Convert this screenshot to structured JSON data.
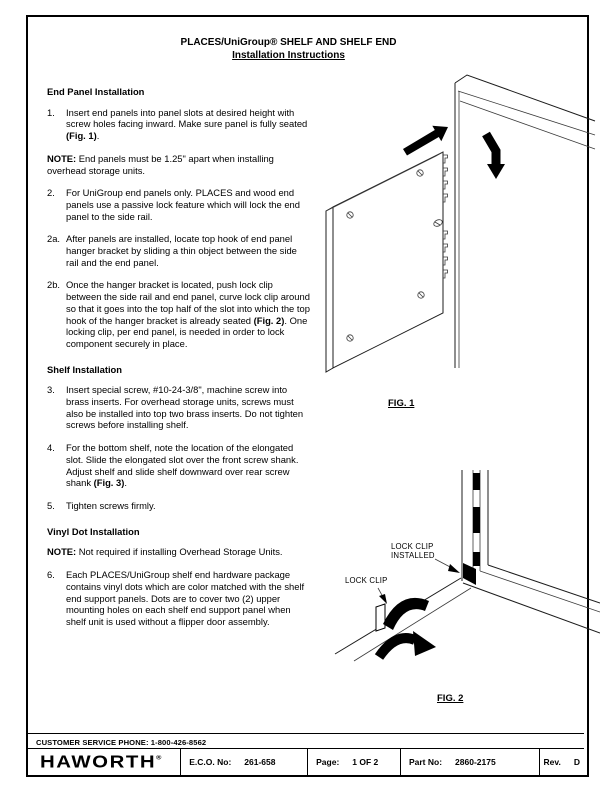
{
  "colors": {
    "ink": "#000000",
    "paper": "#ffffff"
  },
  "doc": {
    "title_line1": "PLACES/UniGroup® SHELF AND SHELF END",
    "title_line2": "Installation Instructions"
  },
  "sections": [
    {
      "heading": "End Panel Installation",
      "note_bold": "NOTE:",
      "note_text": " End panels must be 1.25\" apart when installing overhead storage units.",
      "items": [
        {
          "marker": "1.",
          "pre": "Insert end panels into panel slots at desired height with screw holes facing inward. Make sure panel is fully seated ",
          "fig": "(Fig. 1)",
          "post": "."
        },
        {
          "marker": "2.",
          "pre": "For UniGroup end panels only. PLACES and wood end panels use a passive lock feature which will lock the end panel to the side rail.",
          "fig": "",
          "post": ""
        },
        {
          "marker": "2a.",
          "pre": "After panels are installed, locate top hook of end panel hanger bracket by sliding a thin object between the side rail and the end panel.",
          "fig": "",
          "post": ""
        },
        {
          "marker": "2b.",
          "pre": "Once the hanger bracket is located, push lock clip between the side rail and end panel, curve lock clip around so that it goes into the top half of the slot into which the top hook of the hanger bracket is already seated ",
          "fig": "(Fig. 2)",
          "post": ". One locking clip, per end panel, is needed in order to lock component securely in place."
        }
      ]
    },
    {
      "heading": "Shelf Installation",
      "items": [
        {
          "marker": "3.",
          "pre": "Insert special screw, #10-24-3/8\", machine screw into brass inserts. For overhead storage units, screws must also be installed into top two brass inserts. Do not tighten screws before installing shelf.",
          "fig": "",
          "post": ""
        },
        {
          "marker": "4.",
          "pre": "For the bottom shelf, note the location of the elongated slot. Slide the elongated slot over the front screw shank. Adjust shelf and slide shelf downward over rear screw shank ",
          "fig": "(Fig. 3)",
          "post": "."
        },
        {
          "marker": "5.",
          "pre": "Tighten screws firmly.",
          "fig": "",
          "post": ""
        }
      ]
    },
    {
      "heading": "Vinyl Dot Installation",
      "note_bold": "NOTE:",
      "note_text": " Not required if installing Overhead Storage Units.",
      "items": [
        {
          "marker": "6.",
          "pre": "Each PLACES/UniGroup shelf end hardware package contains vinyl dots which are color matched with the shelf end support panels. Dots are to cover two (2) upper mounting holes on each shelf end support panel when shelf unit is used without a flipper door assembly.",
          "fig": "",
          "post": ""
        }
      ]
    }
  ],
  "figures": {
    "fig1": {
      "caption": "FIG. 1"
    },
    "fig2": {
      "caption": "FIG. 2",
      "label_installed_1": "LOCK CLIP",
      "label_installed_2": "INSTALLED",
      "label_clip": "LOCK CLIP"
    }
  },
  "footer": {
    "phone": "CUSTOMER SERVICE PHONE: 1-800-426-8562",
    "logo": "HAWORTH",
    "logo_reg": "®",
    "eco_label": "E.C.O. No:",
    "eco_value": "261-658",
    "page_label": "Page:",
    "page_value": "1 OF 2",
    "part_label": "Part No:",
    "part_value": "2860-2175",
    "rev_label": "Rev.",
    "rev_value": "D"
  }
}
